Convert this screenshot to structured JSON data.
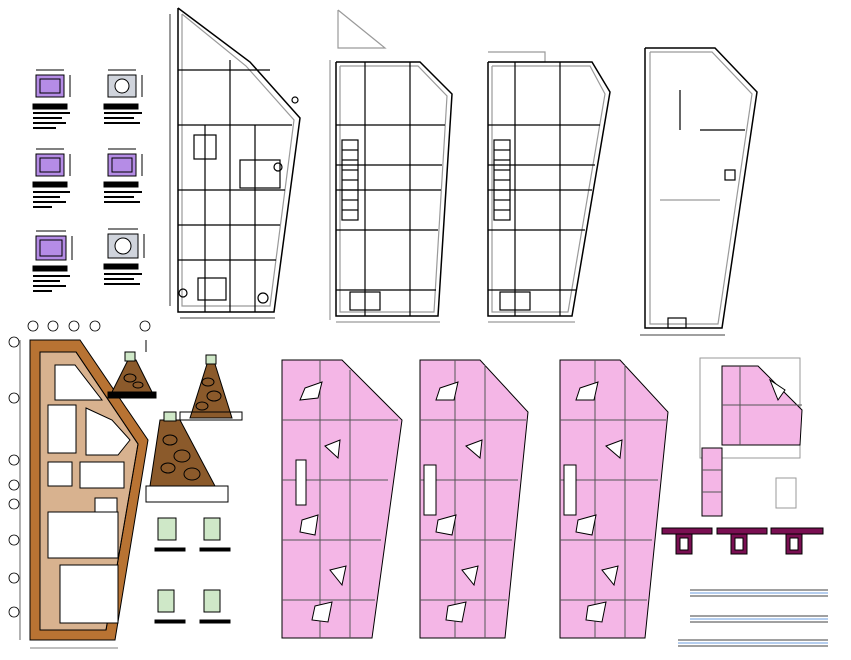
{
  "sheet": {
    "background": "#ffffff",
    "line_color": "#000000",
    "light_line_color": "#9a9a9a",
    "column_fill": "#b58ce6",
    "footing_fill": "#b87333",
    "stone_fill": "#8b5a2b",
    "slab_fill": "#f4b6e6",
    "beam_fill": "#7a0f52",
    "green_fill": "#cfe8c8",
    "column_circle_fill": "#ffffff",
    "column_grey_fill": "#d0d4dc"
  },
  "drawings": [
    {
      "name": "column-details",
      "kind": "column-sections",
      "count": 6
    },
    {
      "name": "foundation-layout-plan",
      "kind": "plan"
    },
    {
      "name": "ground-floor-plan",
      "kind": "plan"
    },
    {
      "name": "first-floor-plan",
      "kind": "plan"
    },
    {
      "name": "typical-floor-plan",
      "kind": "plan"
    },
    {
      "name": "roof-plan",
      "kind": "plan"
    },
    {
      "name": "footing-plan",
      "kind": "plan-colored"
    },
    {
      "name": "stone-footing-sections",
      "kind": "sections",
      "count": 3
    },
    {
      "name": "slab-reinforcement-plans",
      "kind": "plan-colored",
      "count": 3
    },
    {
      "name": "terrace-slab-plan",
      "kind": "plan-colored"
    },
    {
      "name": "beam-sections",
      "kind": "sections",
      "count": 3
    },
    {
      "name": "beam-elevations",
      "kind": "elevations",
      "count": 3
    }
  ]
}
